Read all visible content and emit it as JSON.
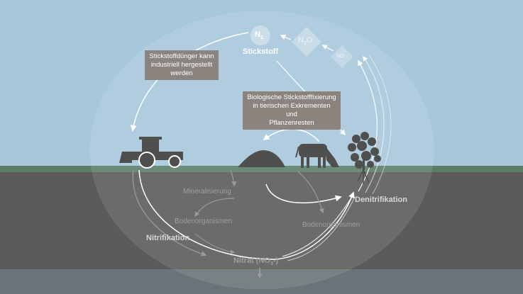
{
  "colors": {
    "sky": "#a7c8dc",
    "grass": "#5b7d68",
    "soil": "#5c5b59",
    "groundwater": "#6a7378",
    "label_box": "#8b847e",
    "silhouette": "#4f4f4e"
  },
  "icons": [
    "tractor-icon",
    "manure-heap-icon",
    "cow-icon",
    "plant-icon"
  ],
  "labels": {
    "n2_formula": "N",
    "n2_subscript": "2",
    "n2o_formula": "N",
    "n2o_subscript": "2",
    "n2o_suffix": "O",
    "no_label": "NO",
    "nitrogen": "Stickstoff",
    "fertilizer_box": [
      "Stickstoffdünger kann",
      "industriell hergestellt",
      "werden"
    ],
    "fixation_box": [
      "Biologische Stickstofffixierung",
      "in tierischen Exkrementen und",
      "Pflanzenresten"
    ],
    "mineralization": "Mineralisierung",
    "soil_organisms_left": "Bodenorganismen",
    "soil_organisms_right": "Bodenorganismen",
    "nitrification": "Nitrifikation",
    "denitrification": "Denitrifikation",
    "nitrate": "Nitrat (NO",
    "nitrate_subscript": "3",
    "nitrate_suffix": "-)"
  }
}
